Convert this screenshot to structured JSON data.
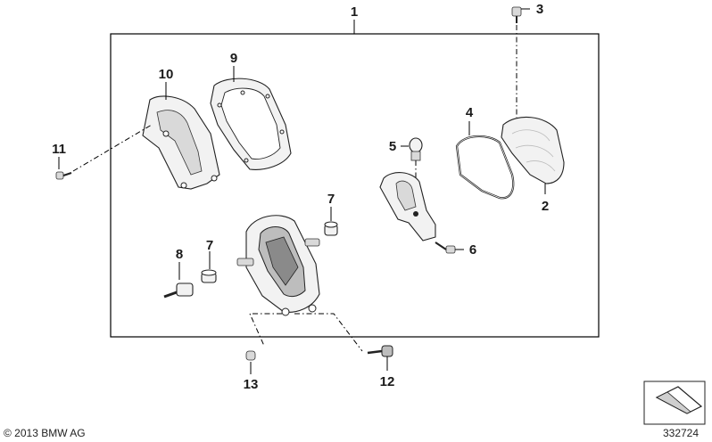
{
  "callouts": {
    "c1": "1",
    "c2": "2",
    "c3": "3",
    "c4": "4",
    "c5": "5",
    "c6": "6",
    "c7a": "7",
    "c7b": "7",
    "c8": "8",
    "c9": "9",
    "c10": "10",
    "c11": "11",
    "c12": "12",
    "c13": "13"
  },
  "footer": {
    "copyright": "© 2013 BMW AG",
    "diagram_number": "332724"
  }
}
